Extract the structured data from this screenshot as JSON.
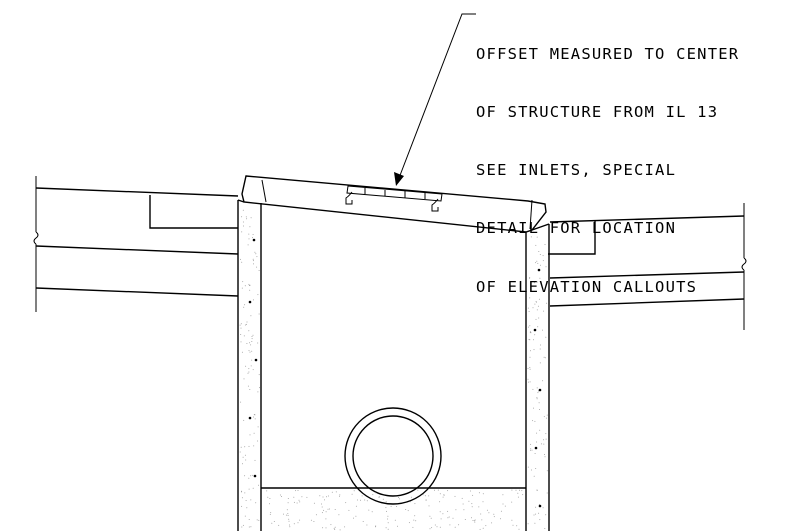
{
  "callout": {
    "lines": [
      "OFFSET MEASURED TO CENTER",
      "OF STRUCTURE FROM IL 13",
      "SEE INLETS, SPECIAL",
      "DETAIL FOR LOCATION",
      "OF ELEVATION CALLOUTS"
    ]
  },
  "colors": {
    "line": "#000000",
    "background": "#ffffff",
    "stipple": "#9a9a9a"
  }
}
